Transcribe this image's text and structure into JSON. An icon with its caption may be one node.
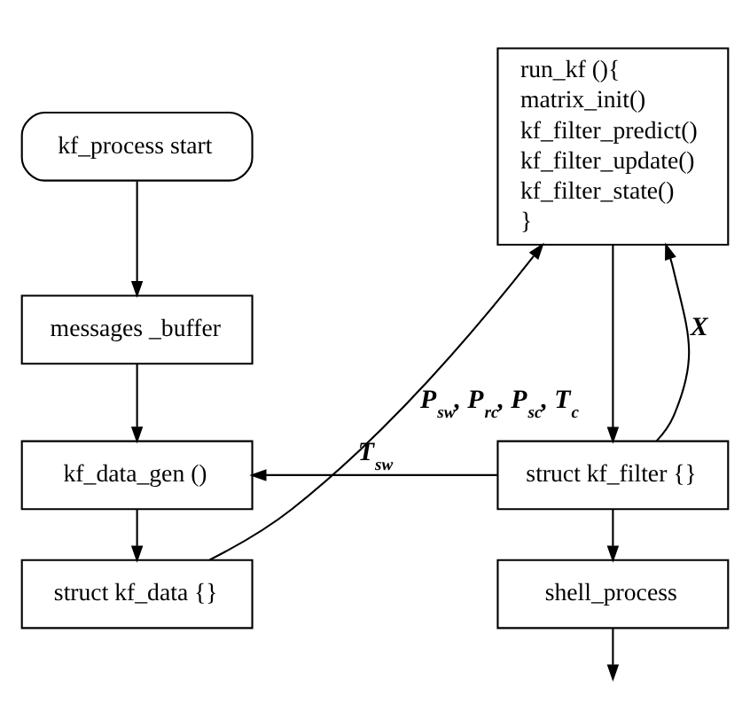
{
  "diagram": {
    "nodes": [
      {
        "text": [
          "kf_process start"
        ]
      },
      {
        "text": [
          "messages _buffer"
        ]
      },
      {
        "text": [
          "kf_data_gen ()"
        ]
      },
      {
        "text": [
          "struct kf_data {}"
        ]
      },
      {
        "text": [
          "run_kf (){",
          "matrix_init()",
          "kf_filter_predict()",
          "kf_filter_update()",
          "kf_filter_state()",
          "}"
        ]
      },
      {
        "text": [
          "struct kf_filter {}"
        ]
      },
      {
        "text": [
          "shell_process"
        ]
      }
    ],
    "edges": [
      {
        "from": 0,
        "to": 1,
        "arrow": "to"
      },
      {
        "from": 1,
        "to": 2,
        "arrow": "to"
      },
      {
        "from": 2,
        "to": 3,
        "arrow": "to"
      },
      {
        "from": 3,
        "to": 4,
        "arrow": "to",
        "label": "P$_{sw}$, P$_{rc}$, P$_{sc}$, T$_{c}$"
      },
      {
        "from": 4,
        "to": 5,
        "arrow": "to"
      },
      {
        "from": 5,
        "to": 2,
        "arrow": "to",
        "label": "T$_{sw}$"
      },
      {
        "from": 5,
        "to": 4,
        "arrow": "to",
        "label": "X"
      },
      {
        "from": 5,
        "to": 6,
        "arrow": "to"
      },
      {
        "from": 6,
        "to": null,
        "arrow": "to"
      }
    ]
  }
}
